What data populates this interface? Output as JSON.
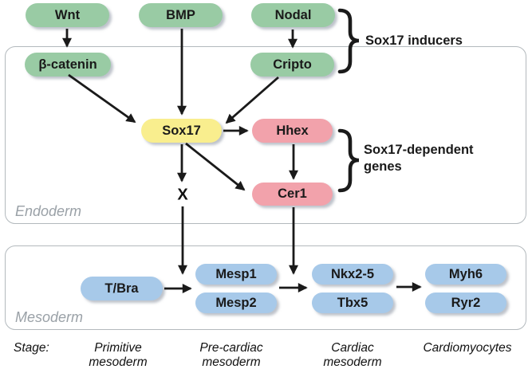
{
  "figure": "Sox17 signaling pathway diagram (endoderm / mesoderm gene network)",
  "regions": [
    {
      "label": "Endoderm"
    },
    {
      "label": "Mesoderm"
    }
  ],
  "nodes": [
    {
      "id": "wnt",
      "label": "Wnt",
      "group": "inducer",
      "region": "above-endoderm"
    },
    {
      "id": "bmp",
      "label": "BMP",
      "group": "inducer",
      "region": "above-endoderm"
    },
    {
      "id": "nodal",
      "label": "Nodal",
      "group": "inducer",
      "region": "above-endoderm"
    },
    {
      "id": "b-catenin",
      "label": "β-catenin",
      "group": "inducer",
      "region": "endoderm"
    },
    {
      "id": "cripto",
      "label": "Cripto",
      "group": "inducer",
      "region": "endoderm"
    },
    {
      "id": "sox17",
      "label": "Sox17",
      "group": "hub",
      "region": "endoderm"
    },
    {
      "id": "hhex",
      "label": "Hhex",
      "group": "dependent",
      "region": "endoderm"
    },
    {
      "id": "cer1",
      "label": "Cer1",
      "group": "dependent",
      "region": "endoderm"
    },
    {
      "id": "tbra",
      "label": "T/Bra",
      "group": "mesoderm",
      "region": "mesoderm"
    },
    {
      "id": "mesp1",
      "label": "Mesp1",
      "group": "mesoderm",
      "region": "mesoderm"
    },
    {
      "id": "mesp2",
      "label": "Mesp2",
      "group": "mesoderm",
      "region": "mesoderm"
    },
    {
      "id": "nkx2-5",
      "label": "Nkx2-5",
      "group": "mesoderm",
      "region": "mesoderm"
    },
    {
      "id": "tbx5",
      "label": "Tbx5",
      "group": "mesoderm",
      "region": "mesoderm"
    },
    {
      "id": "myh6",
      "label": "Myh6",
      "group": "mesoderm",
      "region": "mesoderm"
    },
    {
      "id": "ryr2",
      "label": "Ryr2",
      "group": "mesoderm",
      "region": "mesoderm"
    }
  ],
  "edges": [
    {
      "from": "Wnt",
      "to": "β-catenin"
    },
    {
      "from": "BMP",
      "to": "Sox17"
    },
    {
      "from": "Nodal",
      "to": "Cripto"
    },
    {
      "from": "β-catenin",
      "to": "Sox17"
    },
    {
      "from": "Cripto",
      "to": "Sox17"
    },
    {
      "from": "Sox17",
      "to": "Hhex"
    },
    {
      "from": "Sox17",
      "to": "X"
    },
    {
      "from": "Sox17",
      "to": "Cer1"
    },
    {
      "from": "Hhex",
      "to": "Cer1"
    },
    {
      "from": "X",
      "to": "T/Bra → Mesp1/Mesp2 transition"
    },
    {
      "from": "Cer1",
      "to": "Mesp1/Mesp2 → Nkx2-5/Tbx5 transition"
    },
    {
      "from": "T/Bra",
      "to": "Mesp1/Mesp2"
    },
    {
      "from": "Mesp1/Mesp2",
      "to": "Nkx2-5/Tbx5"
    },
    {
      "from": "Nkx2-5/Tbx5",
      "to": "Myh6/Ryr2"
    }
  ],
  "annotations": {
    "inducers_label": "Sox17 inducers",
    "dependent_line1": "Sox17-dependent",
    "dependent_line2": "genes",
    "blocked_symbol": "X",
    "stage_prefix": "Stage:"
  },
  "stages": [
    {
      "line1": "Primitive",
      "line2": "mesoderm"
    },
    {
      "line1": "Pre-cardiac",
      "line2": "mesoderm"
    },
    {
      "line1": "Cardiac",
      "line2": "mesoderm"
    },
    {
      "line1": "Cardiomyocytes",
      "line2": ""
    }
  ],
  "colors": {
    "inducer_green": "#99cba4",
    "hub_yellow": "#f9ee8e",
    "dependent_pink": "#f2a2ab",
    "mesoderm_blue": "#a7c9e9",
    "box_border": "#b3b9bd",
    "region_label_gray": "#9aa1a7",
    "arrow_black": "#1a1a1a"
  }
}
